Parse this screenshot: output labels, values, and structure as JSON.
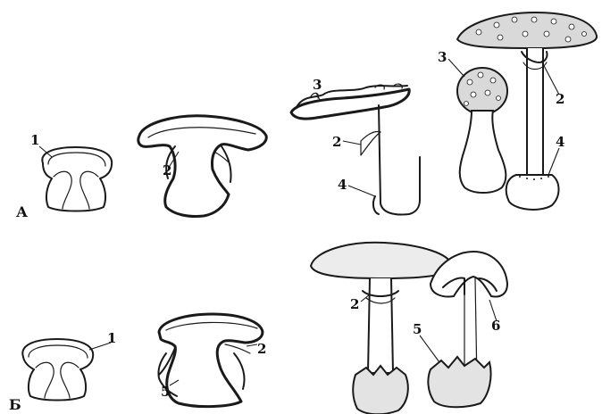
{
  "rows": {
    "a": "А",
    "b": "Б"
  },
  "labels": {
    "a_stage1_1": "1",
    "a_stage2_2": "2",
    "a_stage3_3": "3",
    "a_stage3_2": "2",
    "a_stage3_4": "4",
    "a_stage4_3": "3",
    "a_stage4_2": "2",
    "a_stage4_4": "4",
    "b_stage1_1": "1",
    "b_stage2_2": "2",
    "b_stage2_5": "5",
    "b_stage3_2": "2",
    "b_stage3_5": "5",
    "b_stage3_6": "6"
  },
  "colors": {
    "ink": "#1a1a1a",
    "paper": "#ffffff"
  }
}
